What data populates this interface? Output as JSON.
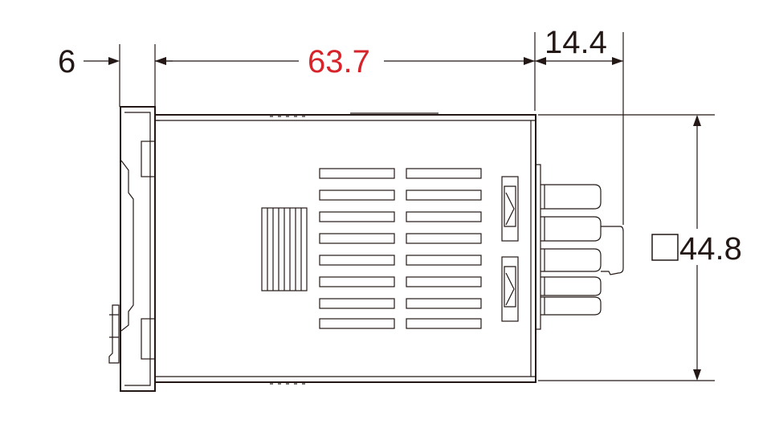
{
  "dimensions": {
    "flange_depth": "6",
    "body_length": "63.7",
    "terminal_length": "14.4",
    "square_size_value": "44.8"
  },
  "colors": {
    "highlight": "#d7242a",
    "line": "#231815"
  },
  "symbols": {
    "square_prefix": "square-outline-symbol"
  }
}
